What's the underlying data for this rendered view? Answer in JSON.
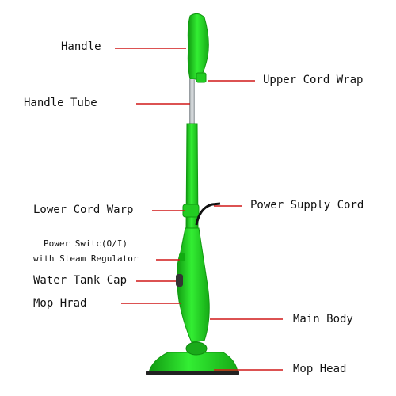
{
  "colors": {
    "leader": "#d01818",
    "body": "#22dd22",
    "body_dark": "#119911",
    "body_light": "#88ff88",
    "tube": "#bfc5c8",
    "cord": "#111111",
    "base": "#222222"
  },
  "labels": {
    "handle": "Handle",
    "handle_tube": "Handle Tube",
    "upper_cord_wrap": "Upper Cord Wrap",
    "lower_cord_warp": "Lower Cord Warp",
    "power_supply_cord": "Power Supply Cord",
    "power_switch_line1": "Power Switc(O/I)",
    "power_switch_line2": "with Steam Regulator",
    "water_tank_cap": "Water Tank Cap",
    "mop_hrad": "Mop Hrad",
    "main_body": "Main Body",
    "mop_head": "Mop Head"
  }
}
